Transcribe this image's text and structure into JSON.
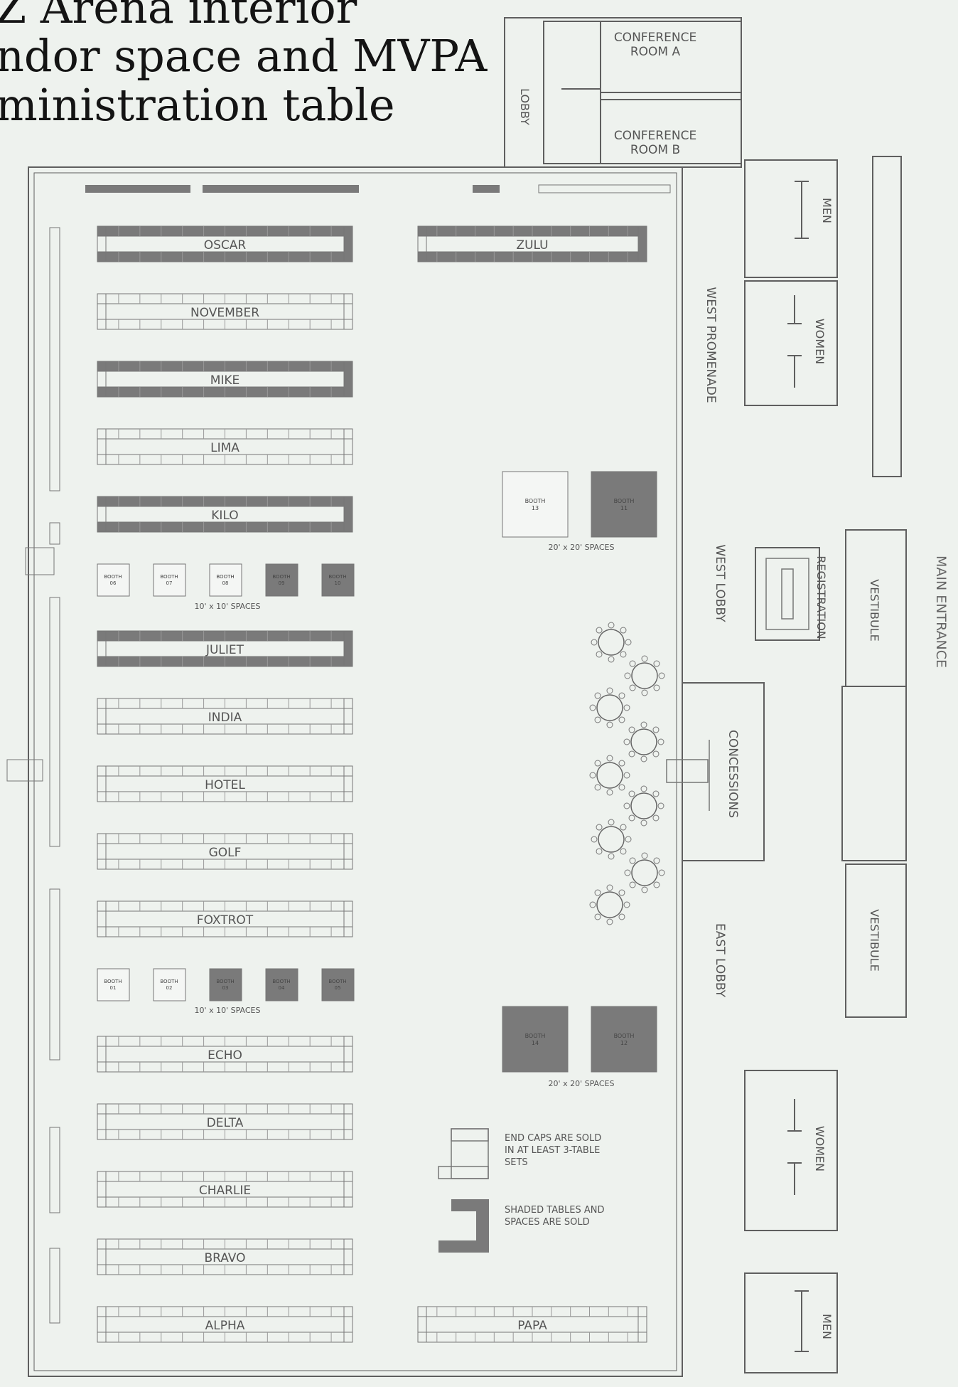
{
  "title_lines": [
    "Z Arena interior",
    "ndor space and MVPA",
    "ministration table"
  ],
  "rooms": {
    "conference_a": "CONFERENCE ROOM A",
    "conference_b": "CONFERENCE ROOM B",
    "lobby": "LOBBY",
    "men": "MEN",
    "women": "WOMEN",
    "west_promenade": "WEST PROMENADE",
    "west_lobby": "WEST LOBBY",
    "east_lobby": "EAST LOBBY",
    "registration": "REGISTRATION",
    "vestibule": "VESTIBULE",
    "main_entrance": "MAIN ENTRANCE",
    "concessions": "CONCESSIONS"
  },
  "rows": [
    "OSCAR",
    "NOVEMBER",
    "MIKE",
    "LIMA",
    "KILO",
    "JULIET",
    "INDIA",
    "HOTEL",
    "GOLF",
    "FOXTROT",
    "ECHO",
    "DELTA",
    "CHARLIE",
    "BRAVO",
    "ALPHA"
  ],
  "right_rows": [
    "ZULU",
    "PAPA"
  ],
  "booth_word": "BOOTH",
  "small_booths_top": [
    "06",
    "07",
    "08",
    "09",
    "10"
  ],
  "small_booths_bottom": [
    "01",
    "02",
    "03",
    "04",
    "05"
  ],
  "large_booths_top": [
    "13",
    "11"
  ],
  "large_booths_bottom": [
    "14",
    "12"
  ],
  "space_10": "10' x 10' SPACES",
  "space_20": "20' x 20' SPACES",
  "legend": {
    "endcap": "END CAPS ARE SOLD IN AT LEAST 3-TABLE SETS",
    "shaded": "SHADED TABLES AND SPACES ARE SOLD"
  },
  "colors": {
    "sold": "#7a7a7a",
    "line": "#5f5f5f",
    "background": "#eef2ee"
  }
}
